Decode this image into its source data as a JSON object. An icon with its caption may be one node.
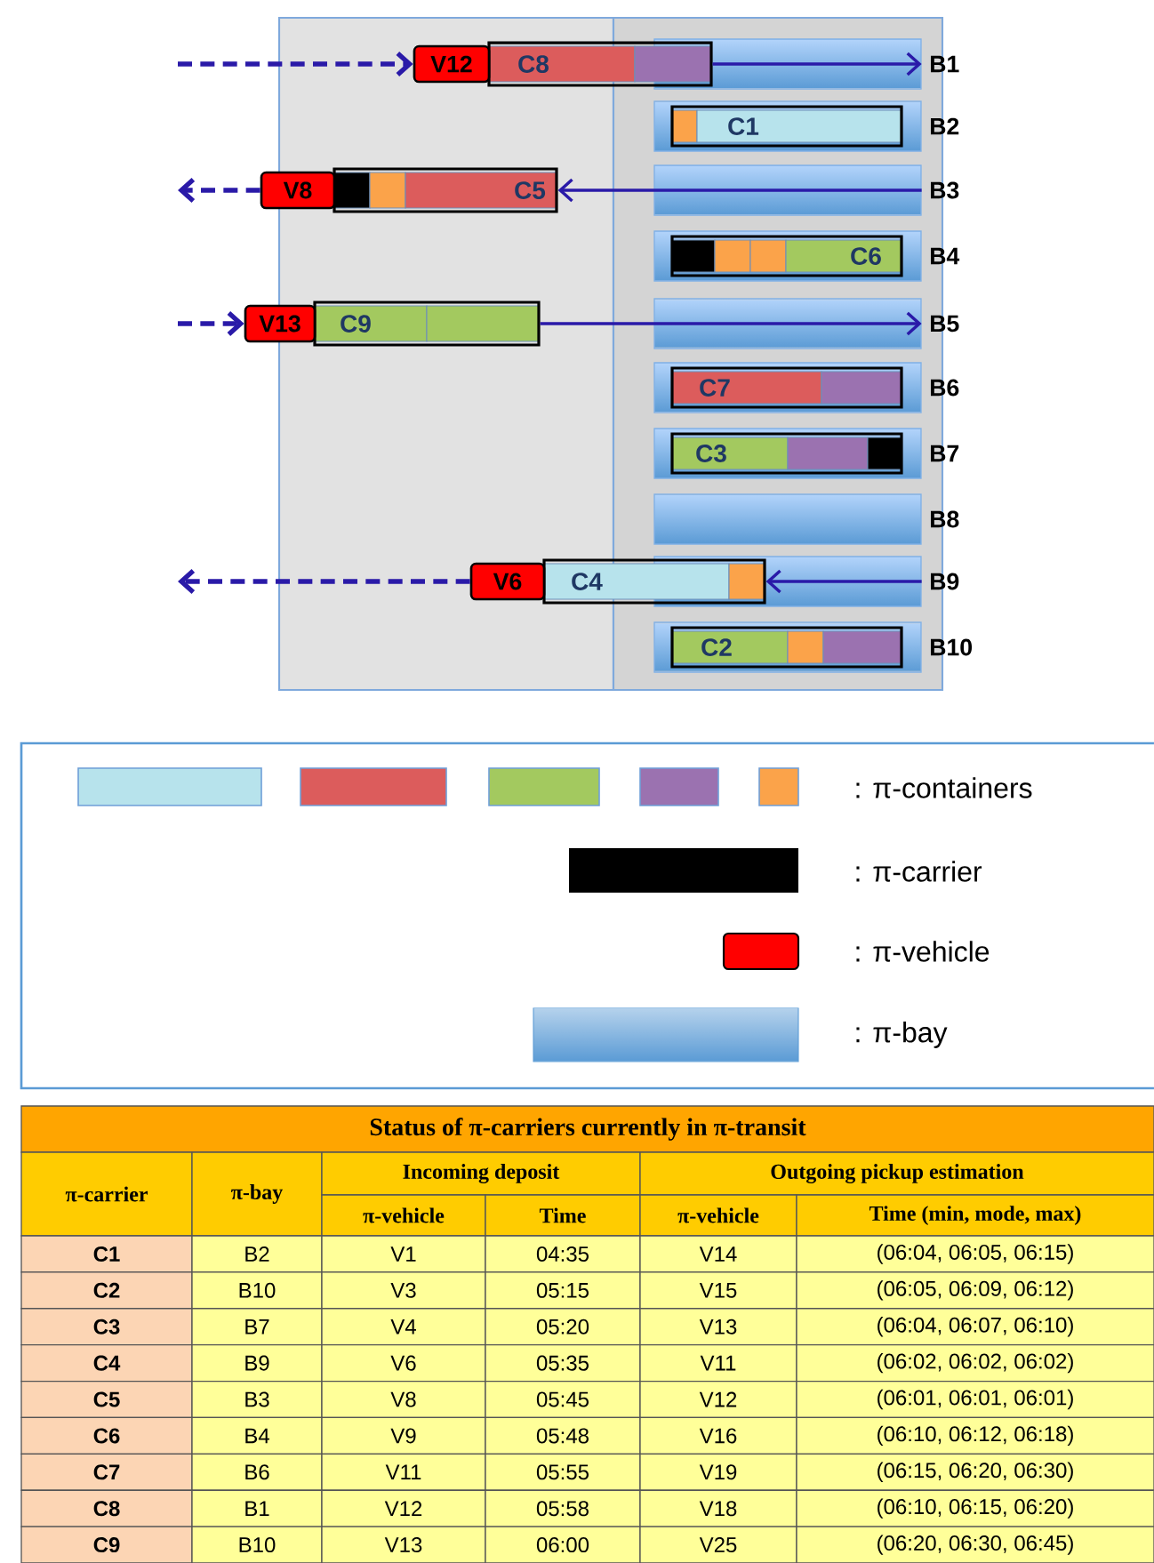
{
  "diagram": {
    "nodes": [
      {
        "text": [],
        "shape": "bar",
        "beside": [
          "B1"
        ]
      },
      {
        "text": [],
        "shape": "bar",
        "beside": [
          "B2"
        ]
      },
      {
        "text": [],
        "shape": "bar",
        "beside": [
          "B3"
        ]
      },
      {
        "text": [],
        "shape": "bar",
        "beside": [
          "B4"
        ]
      },
      {
        "text": [],
        "shape": "bar",
        "beside": [
          "B5"
        ]
      },
      {
        "text": [],
        "shape": "bar",
        "beside": [
          "B6"
        ]
      },
      {
        "text": [],
        "shape": "bar",
        "beside": [
          "B7"
        ]
      },
      {
        "text": [],
        "shape": "bar",
        "beside": [
          "B8"
        ]
      },
      {
        "text": [],
        "shape": "bar",
        "beside": [
          "B9"
        ]
      },
      {
        "text": [],
        "shape": "bar",
        "beside": [
          "B10"
        ]
      },
      {
        "text": [
          "V12"
        ]
      },
      {
        "text": [
          "C8"
        ]
      },
      {
        "text": [
          "C1"
        ],
        "in": 1
      },
      {
        "text": [
          "V8"
        ]
      },
      {
        "text": [
          "C5"
        ]
      },
      {
        "text": [
          "C6"
        ],
        "in": 3
      },
      {
        "text": [
          "V13"
        ]
      },
      {
        "text": [
          "C9"
        ]
      },
      {
        "text": [
          "C7"
        ],
        "in": 5
      },
      {
        "text": [
          "C3"
        ],
        "in": 6
      },
      {
        "text": [
          "V6"
        ]
      },
      {
        "text": [
          "C4"
        ]
      },
      {
        "text": [
          "C2"
        ],
        "in": 9
      }
    ],
    "edges": [
      {
        "from": null,
        "to": 10,
        "arrow": "to",
        "style": "dashed"
      },
      {
        "from": 11,
        "to": 0,
        "arrow": "to"
      },
      {
        "from": 2,
        "to": 14,
        "arrow": "to"
      },
      {
        "from": 13,
        "to": null,
        "arrow": "to",
        "style": "dashed"
      },
      {
        "from": null,
        "to": 16,
        "arrow": "to",
        "style": "dashed"
      },
      {
        "from": 17,
        "to": 4,
        "arrow": "to"
      },
      {
        "from": 8,
        "to": 21,
        "arrow": "to"
      },
      {
        "from": 20,
        "to": null,
        "arrow": "to",
        "style": "dashed"
      }
    ],
    "labels": [
      "Status of π-carriers currently in π-transit",
      "π-carrier",
      "π-bay",
      "Incoming deposit",
      "Outgoing pickup estimation",
      "π-vehicle",
      "Time",
      "π-vehicle",
      "Time (min, mode, max)",
      "C1",
      "B2",
      "V1",
      "04:35",
      "V14",
      "(06:04, 06:05, 06:15)",
      "C2",
      "B10",
      "V3",
      "05:15",
      "V15",
      "(06:05, 06:09, 06:12)",
      "C3",
      "B7",
      "V4",
      "05:20",
      "V13",
      "(06:04, 06:07, 06:10)",
      "C4",
      "B9",
      "V6",
      "05:35",
      "V11",
      "(06:02, 06:02, 06:02)",
      "C5",
      "B3",
      "V8",
      "05:45",
      "V12",
      "(06:01, 06:01, 06:01)",
      "C6",
      "B4",
      "V9",
      "05:48",
      "V16",
      "(06:10, 06:12, 06:18)",
      "C7",
      "B6",
      "V11",
      "05:55",
      "V19",
      "(06:15, 06:20, 06:30)",
      "C8",
      "B1",
      "V12",
      "05:58",
      "V18",
      "(06:10, 06:15, 06:20)",
      "C9",
      "B10",
      "V13",
      "06:00",
      "V25",
      "(06:20, 06:30, 06:45)"
    ],
    "legend": [
      {
        "text": ": π-containers"
      },
      {
        "text": ": π-carrier",
        "color": "#000000"
      },
      {
        "text": ": π-vehicle",
        "color": "#ff0000"
      },
      {
        "text": ": π-bay",
        "color": "#5b9bd5"
      }
    ]
  }
}
